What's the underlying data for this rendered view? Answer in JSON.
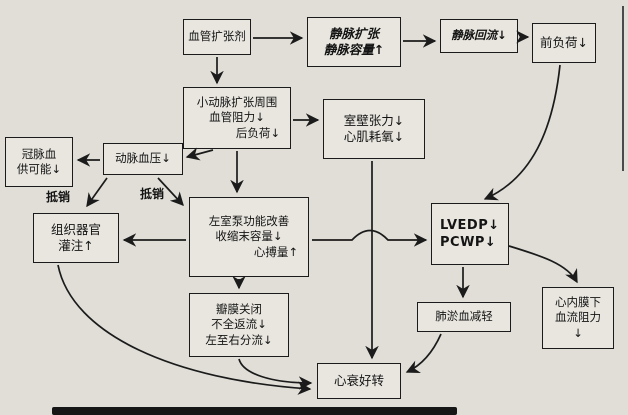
{
  "diagram": {
    "subject": "血管扩张剂治疗心衰机制流程图",
    "ink_color": "#1b1b1b",
    "paper_color": "#e0ded7"
  },
  "nodes": {
    "vasodilator": {
      "lines": [
        "血管扩张剂"
      ]
    },
    "venous_dilation": {
      "lines": [
        "静脉扩张",
        "静脉容量↑"
      ]
    },
    "venous_return": {
      "lines": [
        "静脉回流↓"
      ]
    },
    "preload": {
      "lines": [
        "前负荷↓"
      ]
    },
    "arteriolar_dilation": {
      "lines": [
        "小动脉扩张周围",
        "血管阻力↓",
        "后负荷↓"
      ]
    },
    "wall_tension": {
      "lines": [
        "室壁张力↓",
        "心肌耗氧↓"
      ]
    },
    "arterial_bp": {
      "lines": [
        "动脉血压↓"
      ]
    },
    "coronary_supply": {
      "lines": [
        "冠脉血",
        "供可能↓"
      ]
    },
    "tissue_perfusion": {
      "lines": [
        "组织器官",
        "灌注↑"
      ]
    },
    "lv_pump": {
      "lines": [
        "左室泵功能改善",
        "收缩末容量↓",
        "心搏量↑"
      ]
    },
    "lvedp_pcwp": {
      "lines": [
        "LVEDP↓",
        "PCWP↓"
      ]
    },
    "valve_regurgitation": {
      "lines": [
        "瓣膜关闭",
        "不全返流↓",
        "左至右分流↓"
      ]
    },
    "pulmonary_congestion": {
      "lines": [
        "肺淤血减轻"
      ]
    },
    "subendocardial_resistance": {
      "lines": [
        "心内膜下",
        "血流阻力",
        "↓"
      ]
    },
    "hf_improvement": {
      "lines": [
        "心衰好转"
      ]
    }
  },
  "labels": {
    "offset_left": "抵销",
    "offset_right": "抵销"
  },
  "edges": [
    {
      "from": "vasodilator",
      "to": "venous_dilation"
    },
    {
      "from": "venous_dilation",
      "to": "venous_return"
    },
    {
      "from": "venous_return",
      "to": "preload"
    },
    {
      "from": "vasodilator",
      "to": "arteriolar_dilation"
    },
    {
      "from": "arteriolar_dilation",
      "to": "wall_tension"
    },
    {
      "from": "arteriolar_dilation",
      "to": "arterial_bp"
    },
    {
      "from": "arteriolar_dilation",
      "to": "lv_pump"
    },
    {
      "from": "arterial_bp",
      "to": "coronary_supply"
    },
    {
      "from": "arterial_bp",
      "to": "tissue_perfusion",
      "label": "抵销"
    },
    {
      "from": "arterial_bp",
      "to": "lv_pump",
      "label": "抵销"
    },
    {
      "from": "preload",
      "to": "lvedp_pcwp"
    },
    {
      "from": "lv_pump",
      "to": "lvedp_pcwp"
    },
    {
      "from": "lv_pump",
      "to": "tissue_perfusion"
    },
    {
      "from": "lv_pump",
      "to": "valve_regurgitation"
    },
    {
      "from": "wall_tension",
      "to": "hf_improvement"
    },
    {
      "from": "lvedp_pcwp",
      "to": "pulmonary_congestion"
    },
    {
      "from": "lvedp_pcwp",
      "to": "subendocardial_resistance"
    },
    {
      "from": "pulmonary_congestion",
      "to": "hf_improvement"
    },
    {
      "from": "valve_regurgitation",
      "to": "hf_improvement"
    },
    {
      "from": "tissue_perfusion",
      "to": "hf_improvement"
    }
  ]
}
